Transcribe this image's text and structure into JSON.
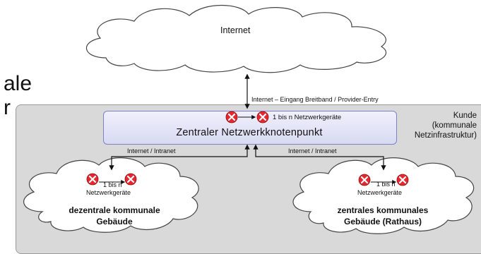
{
  "left_cutoff_text": {
    "line1": "ale",
    "line2": "r"
  },
  "internet_cloud": {
    "label": "Internet"
  },
  "uplink": {
    "label": "Internet – Eingang Breitband / Provider-Entry"
  },
  "customer": {
    "line1": "Kunde",
    "line2": "(kommunale",
    "line3": "Netzinfrastruktur)"
  },
  "central_node": {
    "title": "Zentraler  Netzwerkknotenpunkt",
    "devices_label": "1 bis n Netzwerkgeräte"
  },
  "left_link": {
    "label": "Internet / Intranet"
  },
  "right_link": {
    "label": "Internet / Intranet"
  },
  "left_cloud": {
    "devices_count": "1 bis n",
    "devices_label": "Netzwerkgeräte",
    "line1": "dezentrale kommunale",
    "line2": "Gebäude"
  },
  "right_cloud": {
    "devices_count": "1 bis n",
    "devices_label": "Netzwerkgeräte",
    "line1": "zentrales kommunales",
    "line2": "Gebäude (Rathaus)"
  },
  "colors": {
    "device_red": "#e8262f",
    "customer_bg": "#d9d9d9",
    "hub_border": "#7d82c8"
  }
}
